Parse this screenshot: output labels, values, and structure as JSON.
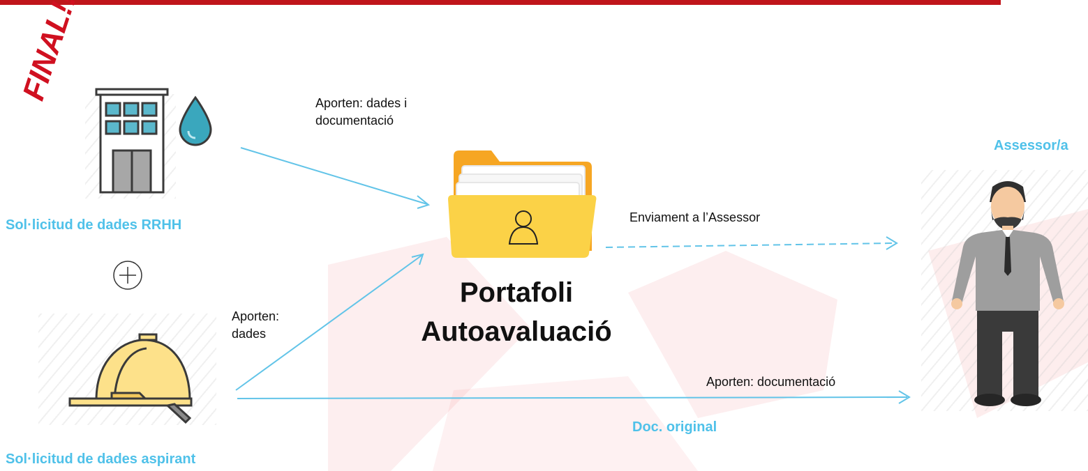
{
  "watermark_text": "FINAL!!!!",
  "colors": {
    "top_bar": "#c0151b",
    "accent_blue": "#4fc1e9",
    "arrow": "#62c4e8",
    "folder": "#fbc02d",
    "watermark": "#d01020"
  },
  "sources": {
    "rrhh": {
      "label": "Sol·licitud de dades RRHH",
      "icon": "building-water-drop-icon"
    },
    "plus_icon": "plus-circle-icon",
    "aspirant": {
      "label": "Sol·licitud de dades aspirant",
      "icon": "hard-hat-icon"
    }
  },
  "arrows": {
    "rrhh_to_portfolio": {
      "label": "Aporten: dades i documentació"
    },
    "aspirant_to_portfolio": {
      "label": "Aporten: dades"
    },
    "portfolio_to_assessor": {
      "label": "Enviament a l’Assessor"
    },
    "aspirant_to_assessor": {
      "label": "Aporten: documentació",
      "sublabel": "Doc. original"
    }
  },
  "portfolio": {
    "title_line1": "Portafoli",
    "title_line2": "Autoavaluació",
    "icon": "folder-user-icon"
  },
  "assessor": {
    "label": "Assessor/a",
    "icon": "businessman-icon"
  }
}
